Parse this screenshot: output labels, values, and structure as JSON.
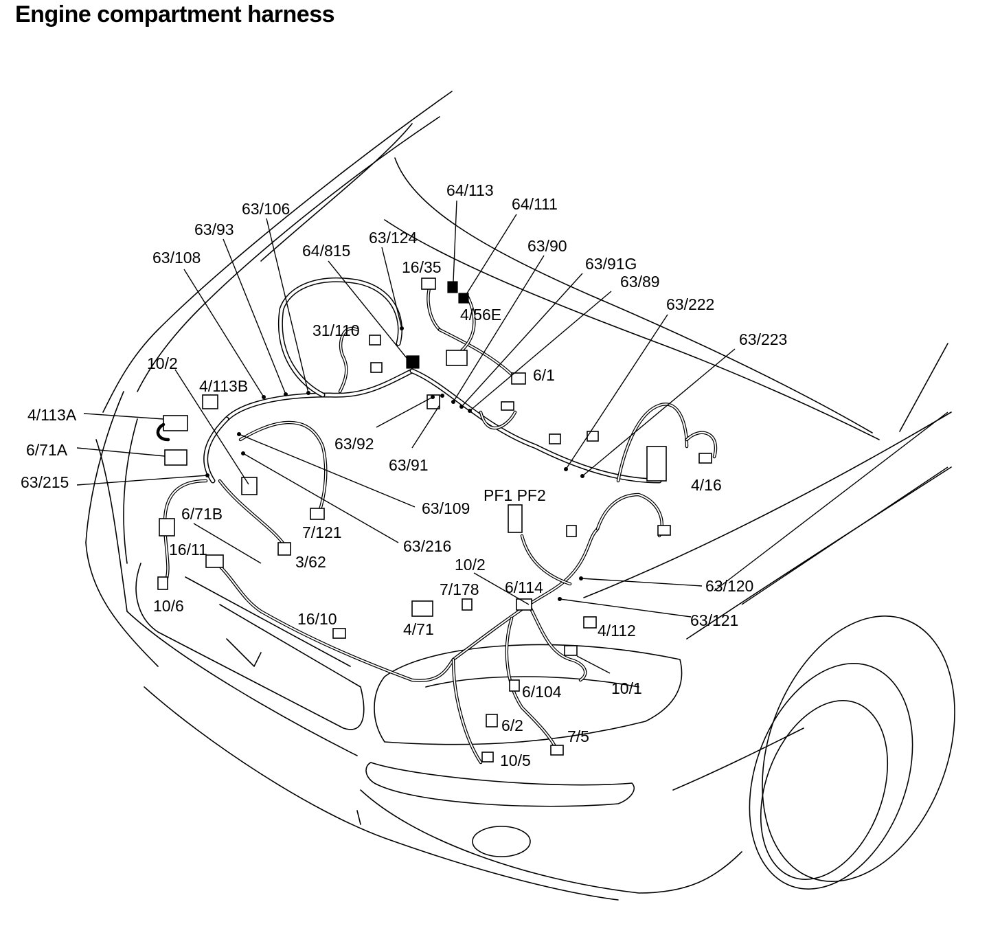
{
  "title": "Engine compartment harness",
  "labels": [
    {
      "id": "l-64-113",
      "text": "64/113"
    },
    {
      "id": "l-64-111",
      "text": "64/111"
    },
    {
      "id": "l-63-106",
      "text": "63/106"
    },
    {
      "id": "l-63-93",
      "text": "63/93"
    },
    {
      "id": "l-63-124",
      "text": "63/124"
    },
    {
      "id": "l-63-90",
      "text": "63/90"
    },
    {
      "id": "l-63-108",
      "text": "63/108"
    },
    {
      "id": "l-64-815",
      "text": "64/815"
    },
    {
      "id": "l-16-35",
      "text": "16/35"
    },
    {
      "id": "l-63-91g",
      "text": "63/91G"
    },
    {
      "id": "l-63-89",
      "text": "63/89"
    },
    {
      "id": "l-63-222",
      "text": "63/222"
    },
    {
      "id": "l-4-56e",
      "text": "4/56E"
    },
    {
      "id": "l-31-110",
      "text": "31/110"
    },
    {
      "id": "l-63-223",
      "text": "63/223"
    },
    {
      "id": "l-10-2-top",
      "text": "10/2"
    },
    {
      "id": "l-6-1",
      "text": "6/1"
    },
    {
      "id": "l-4-113b",
      "text": "4/113B"
    },
    {
      "id": "l-4-113a",
      "text": "4/113A"
    },
    {
      "id": "l-63-92",
      "text": "63/92"
    },
    {
      "id": "l-6-71a",
      "text": "6/71A"
    },
    {
      "id": "l-63-91",
      "text": "63/91"
    },
    {
      "id": "l-4-16",
      "text": "4/16"
    },
    {
      "id": "l-63-215",
      "text": "63/215"
    },
    {
      "id": "l-pf",
      "text": "PF1 PF2"
    },
    {
      "id": "l-63-109",
      "text": "63/109"
    },
    {
      "id": "l-6-71b",
      "text": "6/71B"
    },
    {
      "id": "l-7-121",
      "text": "7/121"
    },
    {
      "id": "l-63-216",
      "text": "63/216"
    },
    {
      "id": "l-16-11",
      "text": "16/11"
    },
    {
      "id": "l-3-62",
      "text": "3/62"
    },
    {
      "id": "l-10-2-bottom",
      "text": "10/2"
    },
    {
      "id": "l-63-120",
      "text": "63/120"
    },
    {
      "id": "l-7-178",
      "text": "7/178"
    },
    {
      "id": "l-6-114",
      "text": "6/114"
    },
    {
      "id": "l-10-6",
      "text": "10/6"
    },
    {
      "id": "l-16-10",
      "text": "16/10"
    },
    {
      "id": "l-63-121",
      "text": "63/121"
    },
    {
      "id": "l-4-71",
      "text": "4/71"
    },
    {
      "id": "l-4-112",
      "text": "4/112"
    },
    {
      "id": "l-10-1",
      "text": "10/1"
    },
    {
      "id": "l-6-104",
      "text": "6/104"
    },
    {
      "id": "l-6-2",
      "text": "6/2"
    },
    {
      "id": "l-7-5",
      "text": "7/5"
    },
    {
      "id": "l-10-5",
      "text": "10/5"
    }
  ]
}
